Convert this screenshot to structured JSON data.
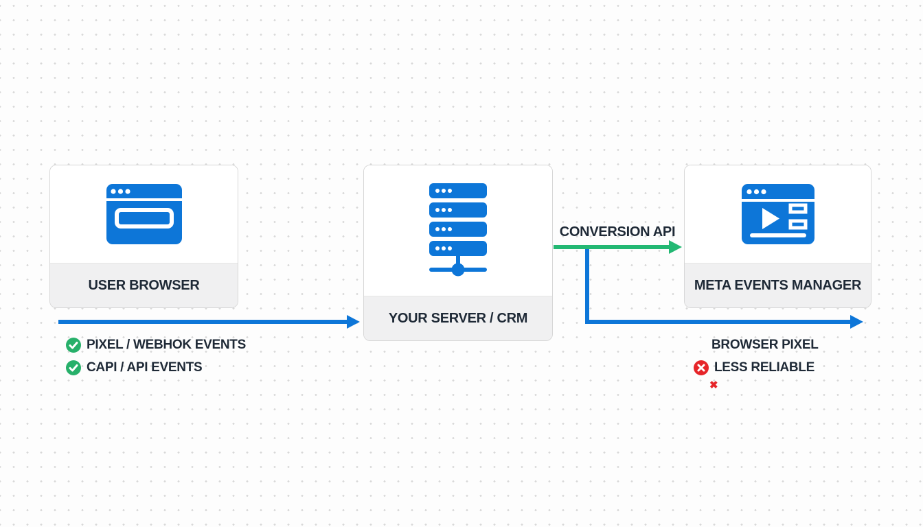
{
  "nodes": [
    {
      "id": "user-browser",
      "label": "USER BROWSER"
    },
    {
      "id": "your-server-crm",
      "label": "YOUR SERVER / CRM"
    },
    {
      "id": "meta-events-manager",
      "label": "META EVENTS MANAGER"
    }
  ],
  "edges": {
    "conversion_api": "CONVERSION API",
    "browser_pixel": "BROWSER PIXEL"
  },
  "annotations": {
    "pixel_webhook_events": "PIXEL / WEBHOK EVENTS",
    "capi_api_events": "CAPI / API EVENTS",
    "less_reliable": "LESS RELIABLE",
    "reject_mark": "✖"
  },
  "icons": {
    "user_browser": "browser-window-icon",
    "your_server_crm": "server-stack-icon",
    "meta_events_manager": "video-player-window-icon",
    "success": "check-circle-icon",
    "error": "cross-circle-icon",
    "reject": "cross-mark-icon"
  },
  "colors": {
    "icon_blue": "#0d76d8",
    "arrow_blue": "#0d76d8",
    "arrow_green": "#23b873",
    "success_green": "#27b06a",
    "error_red": "#e62529",
    "text_dark": "#1e2936",
    "card_footer_gray": "#f0f0f1",
    "card_border_gray": "#d7d7d7"
  }
}
